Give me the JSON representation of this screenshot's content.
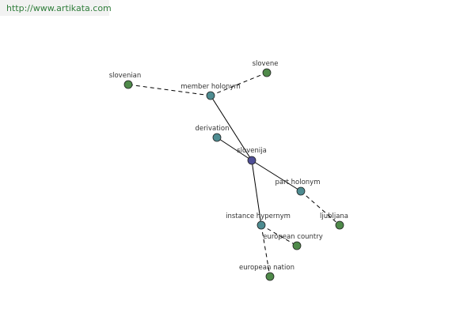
{
  "site_link": "http://www.artikata.com",
  "colors": {
    "center": "#4f4f96",
    "relation": "#4e8c91",
    "leaf": "#4f8a4a",
    "edge": "#000000",
    "link": "#2f7d3a"
  },
  "nodes": [
    {
      "id": "slovenija",
      "label": "slovenija",
      "kind": "center"
    },
    {
      "id": "member_holonym",
      "label": "member holonym",
      "kind": "relation"
    },
    {
      "id": "derivation",
      "label": "derivation",
      "kind": "relation"
    },
    {
      "id": "part_holonym",
      "label": "part holonym",
      "kind": "relation"
    },
    {
      "id": "instance_hypernym",
      "label": "instance hypernym",
      "kind": "relation"
    },
    {
      "id": "slovenian",
      "label": "slovenian",
      "kind": "leaf"
    },
    {
      "id": "slovene",
      "label": "slovene",
      "kind": "leaf"
    },
    {
      "id": "ljubljana",
      "label": "ljubljana",
      "kind": "leaf"
    },
    {
      "id": "european_country",
      "label": "european country",
      "kind": "leaf"
    },
    {
      "id": "european_nation",
      "label": "european nation",
      "kind": "leaf"
    }
  ],
  "edges": [
    {
      "from": "slovenija",
      "to": "member_holonym",
      "style": "solid"
    },
    {
      "from": "slovenija",
      "to": "derivation",
      "style": "solid"
    },
    {
      "from": "slovenija",
      "to": "part_holonym",
      "style": "solid"
    },
    {
      "from": "slovenija",
      "to": "instance_hypernym",
      "style": "solid"
    },
    {
      "from": "member_holonym",
      "to": "slovenian",
      "style": "dashed"
    },
    {
      "from": "member_holonym",
      "to": "slovene",
      "style": "dashed"
    },
    {
      "from": "part_holonym",
      "to": "ljubljana",
      "style": "dashed"
    },
    {
      "from": "instance_hypernym",
      "to": "european_country",
      "style": "dashed"
    },
    {
      "from": "instance_hypernym",
      "to": "european_nation",
      "style": "dashed"
    }
  ]
}
